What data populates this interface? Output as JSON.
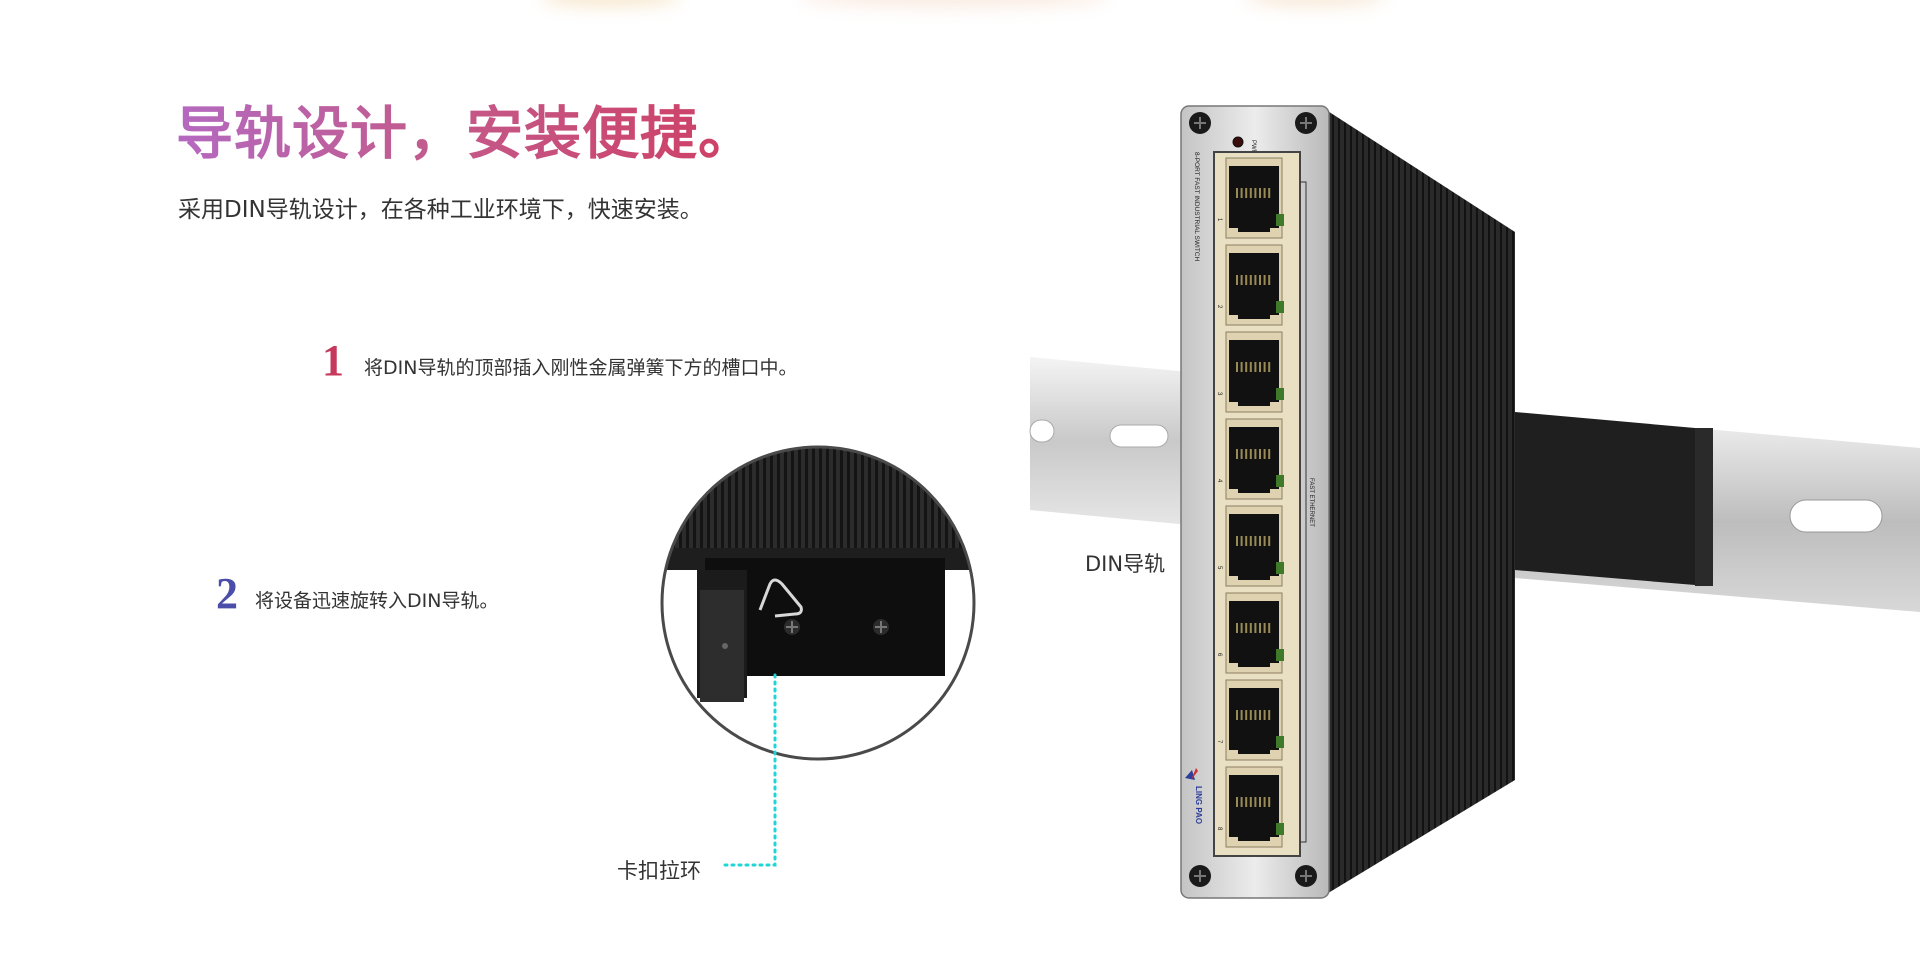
{
  "header": {
    "title": "导轨设计，安装便捷。",
    "subtitle": "采用DIN导轨设计，在各种工业环境下，快速安装。"
  },
  "steps": [
    {
      "number": "1",
      "text": "将DIN导轨的顶部插入刚性金属弹簧下方的槽口中。",
      "color": "#c6385c"
    },
    {
      "number": "2",
      "text": "将设备迅速旋转入DIN导轨。",
      "color": "#4a4ea8"
    }
  ],
  "callouts": {
    "din_rail": "DIN导轨",
    "clip_ring": "卡扣拉环",
    "leader_color": "#23d4d4"
  },
  "device": {
    "model_text": "8-PORT FAST INDUSTRIAL SWITCH",
    "pwr_label": "PWR",
    "group_label": "FAST ETHERNET",
    "brand": "LING PAO",
    "port_numbers": [
      "1",
      "2",
      "3",
      "4",
      "5",
      "6",
      "7",
      "8"
    ],
    "icons": [
      "screw-icon",
      "rj45-port-icon",
      "led-icon",
      "brand-logo"
    ]
  }
}
